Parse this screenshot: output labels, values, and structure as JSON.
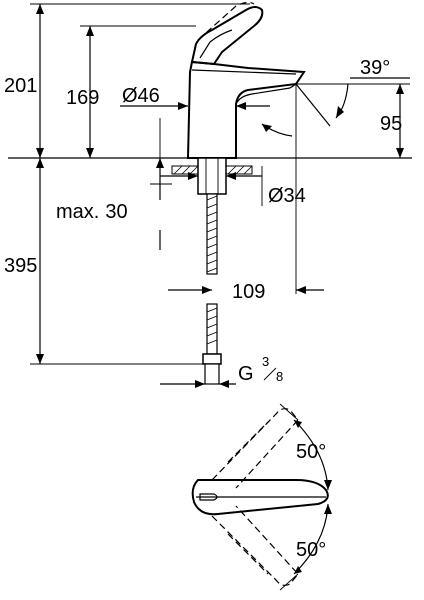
{
  "dimensions": {
    "total_height": "201",
    "spout_height": "169",
    "body_diameter": "Ø46",
    "angle_top": "39°",
    "spout_outlet_height": "95",
    "hole_diameter": "Ø34",
    "max_thickness_prefix": "max.",
    "max_thickness_value": "30",
    "hose_length": "395",
    "projection": "109",
    "connection_prefix": "G",
    "connection_num": "3",
    "connection_den": "8",
    "swivel_angle_upper": "50°",
    "swivel_angle_lower": "50°"
  }
}
